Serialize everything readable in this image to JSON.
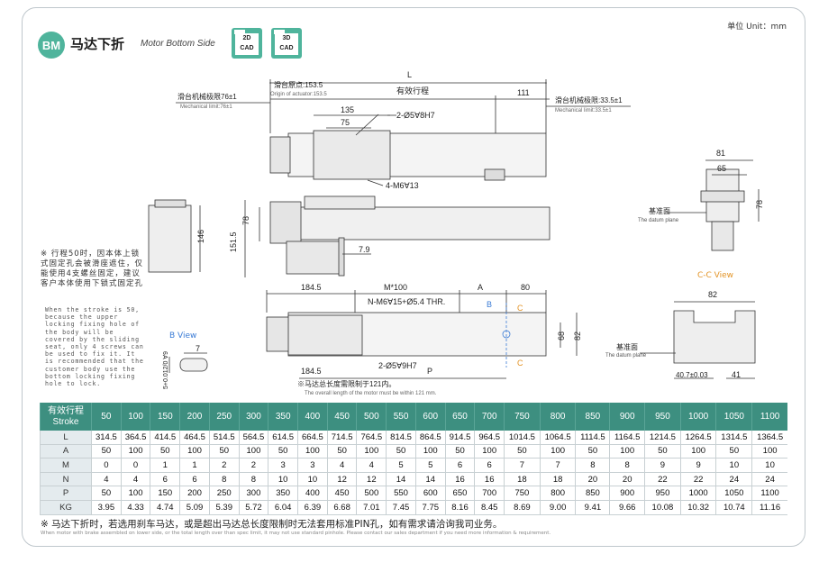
{
  "header": {
    "unit": "单位 Unit：mm",
    "badge": "BM",
    "title_cn": "马达下折",
    "title_en": "Motor Bottom Side",
    "cad_buttons": [
      {
        "line1": "2D",
        "line2": "CAD"
      },
      {
        "line1": "3D",
        "line2": "CAD"
      }
    ]
  },
  "drawing": {
    "dim_L": "L",
    "origin_cn": "滑台原点:153.5",
    "origin_en": "Origin of actuator:153.5",
    "effective_stroke": "有效行程",
    "dim_111": "111",
    "mech_limit_left_cn": "滑台机械极限76±1",
    "mech_limit_left_en": "Mechanical limit:76±1",
    "mech_limit_right_cn": "滑台机械极限:33.5±1",
    "mech_limit_right_en": "Mechanical limit:33.5±1",
    "dim_135": "135",
    "dim_75": "75",
    "hole_2_5": "2-Ø5∀8H7",
    "hole_4_m6": "4-M6∀13",
    "dim_146": "146",
    "dim_78_side": "78",
    "dim_151_5": "151.5",
    "dim_7_9": "7.9",
    "dim_81": "81",
    "dim_65": "65",
    "dim_78_end": "78",
    "datum_cn": "基准面",
    "datum_en": "The datum plane",
    "cc_view": "C-C View",
    "dim_82_top": "82",
    "datum2_cn": "基准面",
    "datum2_en": "The datum plane",
    "dim_40_7": "40.7±0.03",
    "dim_41": "41",
    "dim_184_5_top": "184.5",
    "dim_m100": "M*100",
    "dim_A": "A",
    "dim_80": "80",
    "n_m6": "N-M6∀15+Ø5.4 THR.",
    "label_B": "B",
    "label_C": "C",
    "dim_68": "68",
    "dim_82_plan": "82",
    "dim_184_5_bot": "184.5",
    "hole_2_5_9": "2-Ø5∀9H7",
    "dim_P": "P",
    "motor_note_cn": "※马达总长度需限制于121内。",
    "motor_note_en": "The overall length of the motor must be within 121 mm.",
    "b_view": "B View",
    "dim_7_b": "7",
    "dim_5_b": "5+0.012/0 ∀9"
  },
  "notes": {
    "cn": "※ 行程50时，因本体上锁式固定孔会被滑座遮住，仅能使用4支螺丝固定，建议客户本体使用下锁式固定孔",
    "en": "When the stroke is 50, because the upper locking fixing hole of the body will be covered by the sliding seat, only 4 screws can be used to fix it. It is recommended that the customer body use the bottom locking fixing hole to lock."
  },
  "table": {
    "header_label_cn": "有效行程",
    "header_label_en": "Stroke",
    "strokes": [
      "50",
      "100",
      "150",
      "200",
      "250",
      "300",
      "350",
      "400",
      "450",
      "500",
      "550",
      "600",
      "650",
      "700",
      "750",
      "800",
      "850",
      "900",
      "950",
      "1000",
      "1050",
      "1100"
    ],
    "rows": [
      {
        "label": "L",
        "values": [
          "314.5",
          "364.5",
          "414.5",
          "464.5",
          "514.5",
          "564.5",
          "614.5",
          "664.5",
          "714.5",
          "764.5",
          "814.5",
          "864.5",
          "914.5",
          "964.5",
          "1014.5",
          "1064.5",
          "1114.5",
          "1164.5",
          "1214.5",
          "1264.5",
          "1314.5",
          "1364.5"
        ]
      },
      {
        "label": "A",
        "values": [
          "50",
          "100",
          "50",
          "100",
          "50",
          "100",
          "50",
          "100",
          "50",
          "100",
          "50",
          "100",
          "50",
          "100",
          "50",
          "100",
          "50",
          "100",
          "50",
          "100",
          "50",
          "100"
        ]
      },
      {
        "label": "M",
        "values": [
          "0",
          "0",
          "1",
          "1",
          "2",
          "2",
          "3",
          "3",
          "4",
          "4",
          "5",
          "5",
          "6",
          "6",
          "7",
          "7",
          "8",
          "8",
          "9",
          "9",
          "10",
          "10"
        ]
      },
      {
        "label": "N",
        "values": [
          "4",
          "4",
          "6",
          "6",
          "8",
          "8",
          "10",
          "10",
          "12",
          "12",
          "14",
          "14",
          "16",
          "16",
          "18",
          "18",
          "20",
          "20",
          "22",
          "22",
          "24",
          "24"
        ]
      },
      {
        "label": "P",
        "values": [
          "50",
          "100",
          "150",
          "200",
          "250",
          "300",
          "350",
          "400",
          "450",
          "500",
          "550",
          "600",
          "650",
          "700",
          "750",
          "800",
          "850",
          "900",
          "950",
          "1000",
          "1050",
          "1100"
        ]
      },
      {
        "label": "KG",
        "values": [
          "3.95",
          "4.33",
          "4.74",
          "5.09",
          "5.39",
          "5.72",
          "6.04",
          "6.39",
          "6.68",
          "7.01",
          "7.45",
          "7.75",
          "8.16",
          "8.45",
          "8.69",
          "9.00",
          "9.41",
          "9.66",
          "10.08",
          "10.32",
          "10.74",
          "11.16"
        ]
      }
    ]
  },
  "footer": {
    "cn": "※ 马达下折时，若选用刹车马达，或是超出马达总长度限制时无法套用标准PIN孔，如有需求请洽询我司业务。",
    "en": "When motor with brake assembled on lower side, or the total length over than spec limit, it may not use standard pinhole. Please contact our sales department if you need more information & requirement."
  },
  "colors": {
    "accent": "#4fb49c",
    "table_header": "#3d8f80",
    "b_view": "#3a7bd5",
    "c_view": "#e39427"
  }
}
